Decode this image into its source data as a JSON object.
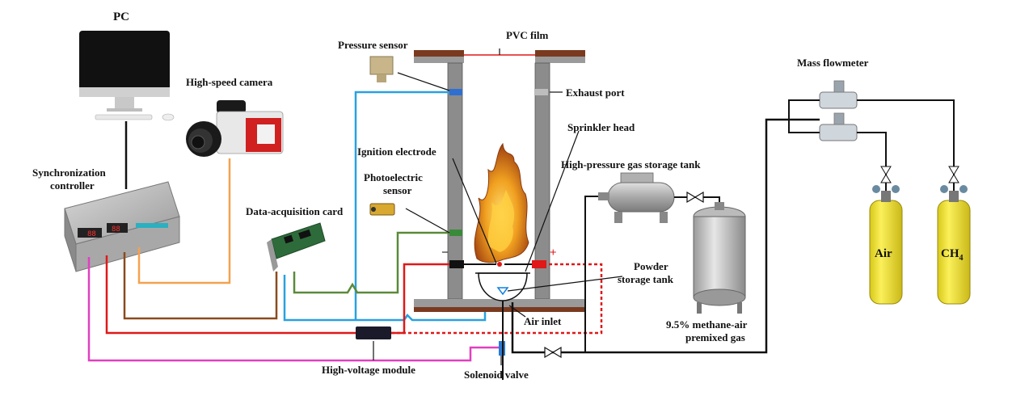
{
  "labels": {
    "pc": "PC",
    "high_speed_camera": "High-speed camera",
    "synchronization_controller_line1": "Synchronization",
    "synchronization_controller_line2": "controller",
    "data_acquisition_card": "Data-acquisition card",
    "pressure_sensor": "Pressure sensor",
    "pvc_film": "PVC film",
    "exhaust_port": "Exhaust port",
    "sprinkler_head": "Sprinkler head",
    "ignition_electrode": "Ignition electrode",
    "photoelectric_sensor_line1": "Photoelectric",
    "photoelectric_sensor_line2": "sensor",
    "high_pressure_tank": "High-pressure gas storage tank",
    "powder_storage_line1": "Powder",
    "powder_storage_line2": "storage tank",
    "air_inlet": "Air inlet",
    "premixed_line1": "9.5% methane-air",
    "premixed_line2": "premixed gas",
    "mass_flowmeter": "Mass flowmeter",
    "air_cylinder": "Air",
    "ch4_cylinder_main": "CH",
    "ch4_cylinder_sub": "4",
    "high_voltage_module": "High-voltage module",
    "solenoid_valve": "Solenoid valve",
    "electrode_minus": "−",
    "electrode_plus": "+"
  },
  "colors": {
    "camera_line": "#f5a14f",
    "controller_to_camera": "#f5a14f",
    "pressure_line": "#2aa0e0",
    "photo_line": "#5a8a3a",
    "brown_line": "#8b4a1e",
    "red_line": "#e01818",
    "magenta_line": "#e040c0",
    "gas_line": "#000000",
    "cylinder_yellow": "#f2e22a",
    "wall_gray": "#8c8c8c",
    "flange_brown": "#7a3a20"
  }
}
